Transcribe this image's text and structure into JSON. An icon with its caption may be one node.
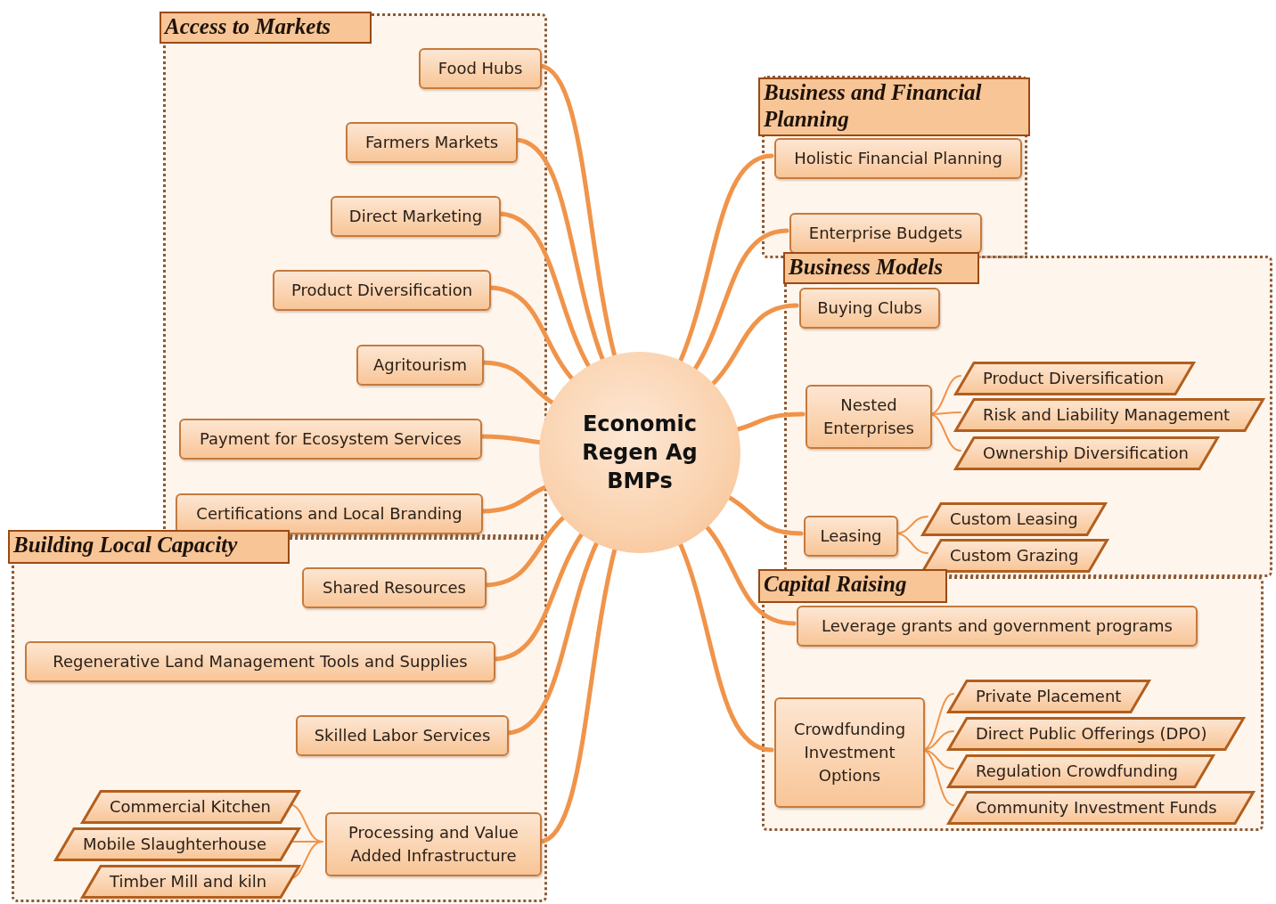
{
  "diagram": {
    "nodes": [
      {
        "text": [
          "Economic Regen Ag BMPs"
        ]
      },
      {
        "text": [
          "Access to Markets"
        ]
      },
      {
        "text": [
          "Food Hubs"
        ],
        "in": 1
      },
      {
        "text": [
          "Farmers Markets"
        ],
        "in": 1
      },
      {
        "text": [
          "Direct Marketing"
        ],
        "in": 1
      },
      {
        "text": [
          "Product Diversification"
        ],
        "in": 1
      },
      {
        "text": [
          "Agritourism"
        ],
        "in": 1
      },
      {
        "text": [
          "Payment for Ecosystem Services"
        ],
        "in": 1
      },
      {
        "text": [
          "Certifications and Local Branding"
        ],
        "in": 1
      },
      {
        "text": [
          "Building Local Capacity"
        ]
      },
      {
        "text": [
          "Shared Resources"
        ],
        "in": 9
      },
      {
        "text": [
          "Regenerative Land Management Tools and Supplies"
        ],
        "in": 9
      },
      {
        "text": [
          "Skilled Labor Services"
        ],
        "in": 9
      },
      {
        "text": [
          "Commercial Kitchen"
        ],
        "in": 9
      },
      {
        "text": [
          "Mobile Slaughterhouse"
        ],
        "in": 9
      },
      {
        "text": [
          "Timber Mill and kiln"
        ],
        "in": 9
      },
      {
        "text": [
          "Processing and Value Added Infrastructure"
        ],
        "in": 9
      },
      {
        "text": [
          "Business and Financial Planning"
        ]
      },
      {
        "text": [
          "Holistic Financial Planning"
        ],
        "in": 17
      },
      {
        "text": [
          "Enterprise Budgets"
        ],
        "in": 17
      },
      {
        "text": [
          "Business Models"
        ]
      },
      {
        "text": [
          "Buying Clubs"
        ],
        "in": 20
      },
      {
        "text": [
          "Nested Enterprises"
        ],
        "in": 20
      },
      {
        "text": [
          "Product Diversification"
        ],
        "in": 20
      },
      {
        "text": [
          "Risk and Liability Management"
        ],
        "in": 20
      },
      {
        "text": [
          "Ownership Diversification"
        ],
        "in": 20
      },
      {
        "text": [
          "Leasing"
        ],
        "in": 20
      },
      {
        "text": [
          "Custom Leasing"
        ],
        "in": 20
      },
      {
        "text": [
          "Custom Grazing"
        ],
        "in": 20
      },
      {
        "text": [
          "Capital Raising"
        ]
      },
      {
        "text": [
          "Leverage grants and government programs"
        ],
        "in": 29
      },
      {
        "text": [
          "Crowdfunding Investment Options"
        ],
        "in": 29
      },
      {
        "text": [
          "Private Placement"
        ],
        "in": 29
      },
      {
        "text": [
          "Direct Public Offerings (DPO)"
        ],
        "in": 29
      },
      {
        "text": [
          "Regulation Crowdfunding"
        ],
        "in": 29
      },
      {
        "text": [
          "Community Investment Funds"
        ],
        "in": 29
      }
    ],
    "edges": [
      {
        "from": 0,
        "to": 2,
        "arrow": "none"
      },
      {
        "from": 0,
        "to": 3,
        "arrow": "none"
      },
      {
        "from": 0,
        "to": 4,
        "arrow": "none"
      },
      {
        "from": 0,
        "to": 5,
        "arrow": "none"
      },
      {
        "from": 0,
        "to": 6,
        "arrow": "none"
      },
      {
        "from": 0,
        "to": 7,
        "arrow": "none"
      },
      {
        "from": 0,
        "to": 8,
        "arrow": "none"
      },
      {
        "from": 0,
        "to": 10,
        "arrow": "none"
      },
      {
        "from": 0,
        "to": 11,
        "arrow": "none"
      },
      {
        "from": 0,
        "to": 12,
        "arrow": "none"
      },
      {
        "from": 0,
        "to": 16,
        "arrow": "none"
      },
      {
        "from": 16,
        "to": 13,
        "arrow": "none"
      },
      {
        "from": 16,
        "to": 14,
        "arrow": "none"
      },
      {
        "from": 16,
        "to": 15,
        "arrow": "none"
      },
      {
        "from": 0,
        "to": 18,
        "arrow": "none"
      },
      {
        "from": 0,
        "to": 19,
        "arrow": "none"
      },
      {
        "from": 0,
        "to": 21,
        "arrow": "none"
      },
      {
        "from": 0,
        "to": 22,
        "arrow": "none"
      },
      {
        "from": 22,
        "to": 23,
        "arrow": "none"
      },
      {
        "from": 22,
        "to": 24,
        "arrow": "none"
      },
      {
        "from": 22,
        "to": 25,
        "arrow": "none"
      },
      {
        "from": 0,
        "to": 26,
        "arrow": "none"
      },
      {
        "from": 26,
        "to": 27,
        "arrow": "none"
      },
      {
        "from": 26,
        "to": 28,
        "arrow": "none"
      },
      {
        "from": 0,
        "to": 30,
        "arrow": "none"
      },
      {
        "from": 0,
        "to": 31,
        "arrow": "none"
      },
      {
        "from": 31,
        "to": 32,
        "arrow": "none"
      },
      {
        "from": 31,
        "to": 33,
        "arrow": "none"
      },
      {
        "from": 31,
        "to": 34,
        "arrow": "none"
      },
      {
        "from": 31,
        "to": 35,
        "arrow": "none"
      }
    ]
  }
}
